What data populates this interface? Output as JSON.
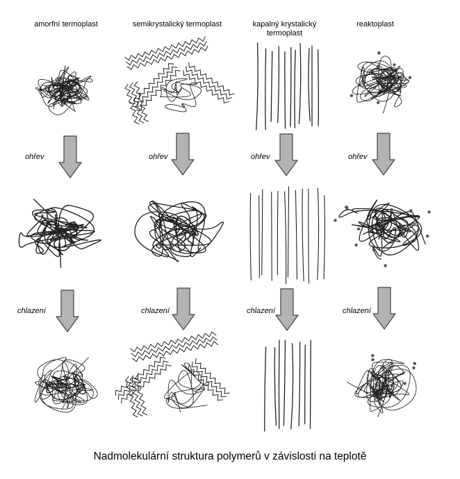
{
  "columns": [
    {
      "title": "amorfní termoplast"
    },
    {
      "title": "semikrystalický termoplast"
    },
    {
      "title": "kapalný krystalický termoplast"
    },
    {
      "title": "reaktoplast"
    }
  ],
  "steps": {
    "heating": "ohřev",
    "cooling": "chlazení"
  },
  "caption": "Nadmolekulární struktura polymerů v závislosti na teplotě",
  "colors": {
    "arrow_fill": "#b3b3b3",
    "arrow_stroke": "#444444",
    "chain": "#222222"
  }
}
